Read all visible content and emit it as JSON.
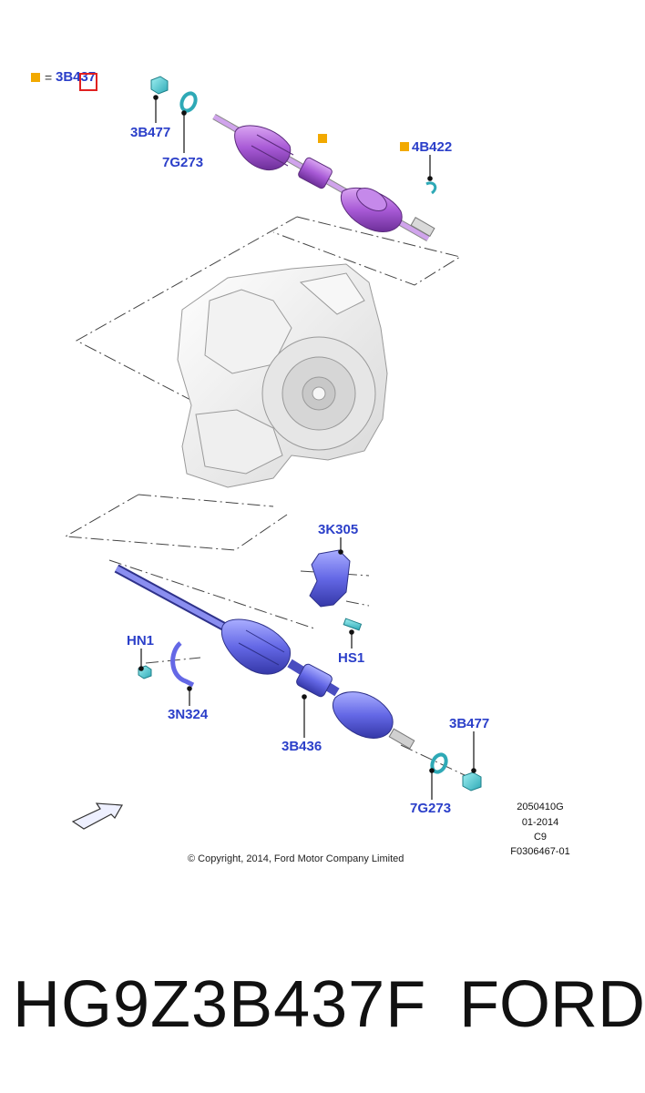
{
  "legend": {
    "equals": "=",
    "part": "3B437",
    "marker_color": "#f2a900"
  },
  "callouts": {
    "top_3b477": "3B477",
    "top_7g273": "7G273",
    "top_4b422": "4B422",
    "k3k305": "3K305",
    "hn1": "HN1",
    "hs1": "HS1",
    "n3n324": "3N324",
    "b3b436": "3B436",
    "bottom_3b477": "3B477",
    "bottom_7g273": "7G273"
  },
  "stamp": {
    "line1": "2050410G",
    "line2": "01-2014",
    "line3": "C9",
    "line4": "F0306467-01"
  },
  "copyright": "© Copyright, 2014, Ford Motor Company Limited",
  "footer": {
    "part_number": "HG9Z3B437F",
    "brand": "FORD"
  },
  "colors": {
    "callout": "#2b3fc9",
    "shaft_purple": "#b06ad8",
    "shaft_blue": "#6a6ee8",
    "part_cyan": "#4fd0d8",
    "marker": "#f2a900",
    "highlight_box": "#e02020"
  }
}
